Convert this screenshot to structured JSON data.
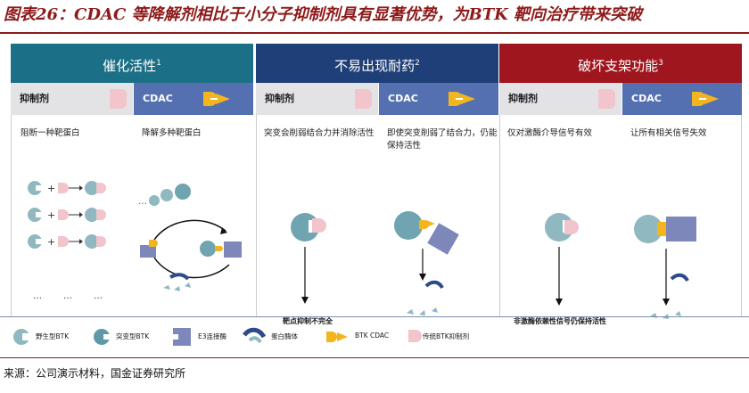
{
  "title": "图表26：CDAC 等降解剂相比于小分子抑制剂具有显著优势，为BTK 靶向治疗带来突破",
  "panels": [
    {
      "header": "催化活性",
      "sup": "1",
      "color": "#1b6f86",
      "inhibitor_label": "抑制剂",
      "cdac_label": "CDAC",
      "inhibitor_desc": "阻断一种靶蛋白",
      "cdac_desc": "降解多种靶蛋白"
    },
    {
      "header": "不易出现耐药",
      "sup": "2",
      "color": "#1f3f78",
      "inhibitor_label": "抑制剂",
      "cdac_label": "CDAC",
      "inhibitor_desc": "突变会削弱结合力并消除活性",
      "cdac_desc": "即使突变削弱了结合力，仍能保持活性",
      "inhibitor_result": "靶点抑制不完全"
    },
    {
      "header": "破坏支架功能",
      "sup": "3",
      "color": "#a0161e",
      "inhibitor_label": "抑制剂",
      "cdac_label": "CDAC",
      "inhibitor_desc": "仅对激酶介导信号有效",
      "cdac_desc": "让所有相关信号失效",
      "inhibitor_result": "非激酶依赖性信号仍保持活性"
    }
  ],
  "legend": [
    {
      "icon": "wild-type-btk-icon",
      "label": "野生型BTK"
    },
    {
      "icon": "mutant-btk-icon",
      "label": "突变型BTK"
    },
    {
      "icon": "e3-ligase-icon",
      "label": "E3连接酶"
    },
    {
      "icon": "proteasome-icon",
      "label": "蛋白酶体"
    },
    {
      "icon": "btk-cdac-icon",
      "label": "BTK CDAC"
    },
    {
      "icon": "inhibitor-icon",
      "label": "传统BTK抑制剂"
    }
  ],
  "ellipsis": "…",
  "source": "来源：公司演示材料，国金证券研究所",
  "colors": {
    "teal": "#1b6f86",
    "navy": "#1f3f78",
    "red": "#a0161e",
    "btk": "#8fb8c0",
    "btk_dark": "#5f98a6",
    "inhibitor": "#f2c4cb",
    "cdac": "#f2b51f",
    "e3": "#7d87b9",
    "title": "#8e1a1a"
  }
}
